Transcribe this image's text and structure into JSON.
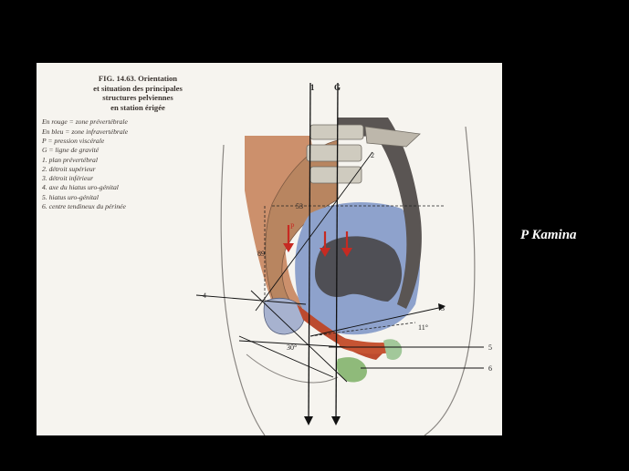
{
  "figure": {
    "caption_lines": [
      "FIG. 14.63. Orientation",
      "et situation des principales",
      "structures pelviennes",
      "en station érigée"
    ],
    "legend_lines": [
      "En rouge = zone prévertébrale",
      "En bleu = zone infravertébrale",
      "P = pression viscérale",
      "G = ligne de gravité",
      "1. plan prévertébral",
      "2. détroit supérieur",
      "3. détroit inférieur",
      "4. axe du hiatus uro-génital",
      "5. hiatus uro-génital",
      "6. centre tendineux du périnée"
    ],
    "labels": {
      "line_1": "1",
      "line_g": "G",
      "dim_53": "53",
      "dim_89": "89",
      "pressure_p": "P",
      "angle_11": "11°",
      "angle_30": "30°",
      "callout_2": "2",
      "callout_3": "3",
      "callout_4": "4",
      "callout_5": "5",
      "callout_6": "6"
    },
    "colors": {
      "prevertebral_zone": "#c98a64",
      "infravertebral_zone": "#8ea2cc",
      "pressure_arrows": "#c62a22",
      "muscle": "#bc4a2e",
      "perineal_center": "#8fba7a"
    }
  },
  "author": "P Kamina"
}
